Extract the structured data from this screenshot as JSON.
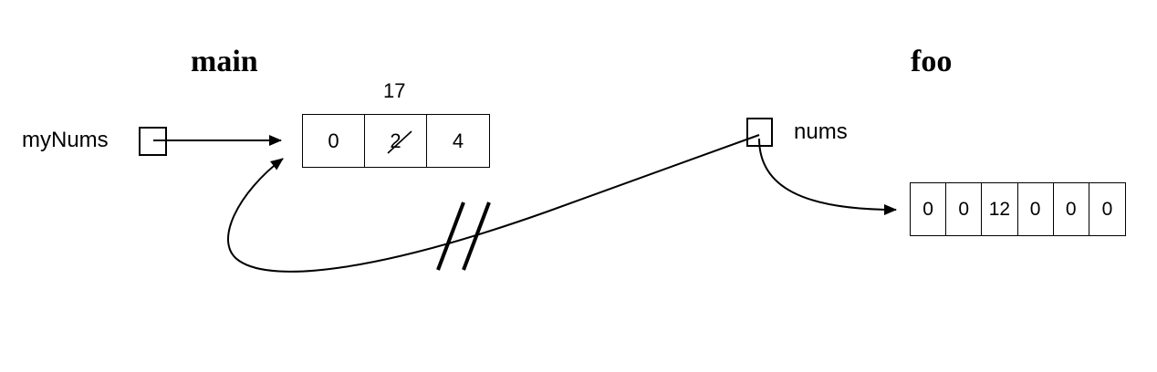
{
  "frames": {
    "main": {
      "title": "main"
    },
    "foo": {
      "title": "foo"
    }
  },
  "variables": {
    "myNums": {
      "label": "myNums"
    },
    "nums": {
      "label": "nums"
    }
  },
  "arrays": {
    "main_array": {
      "cells": [
        {
          "value": "0",
          "crossed_out": false
        },
        {
          "value": "2",
          "crossed_out": true
        },
        {
          "value": "4",
          "crossed_out": false
        }
      ],
      "annotation": "17"
    },
    "foo_array": {
      "cells": [
        {
          "value": "0"
        },
        {
          "value": "0"
        },
        {
          "value": "12"
        },
        {
          "value": "0"
        },
        {
          "value": "0"
        },
        {
          "value": "0"
        }
      ]
    }
  },
  "colors": {
    "stroke": "#000000",
    "background": "#ffffff"
  }
}
